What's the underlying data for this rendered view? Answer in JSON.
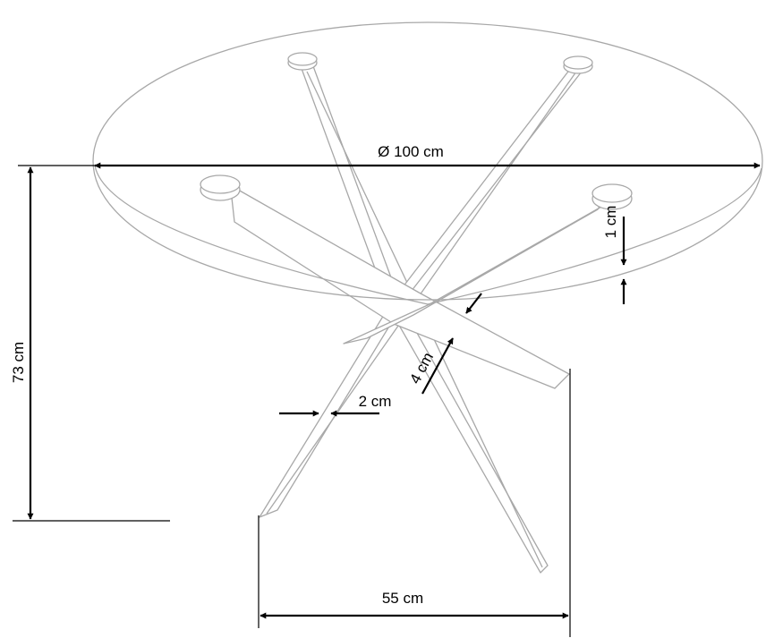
{
  "dimensions": {
    "diameter": "Ø 100 cm",
    "height": "73 cm",
    "top_thickness": "1 cm",
    "leg_depth": "4 cm",
    "leg_width": "2 cm",
    "base_width": "55 cm"
  },
  "colors": {
    "outline": "#a8a8a8",
    "dimension_line": "#000000",
    "background": "#ffffff"
  }
}
